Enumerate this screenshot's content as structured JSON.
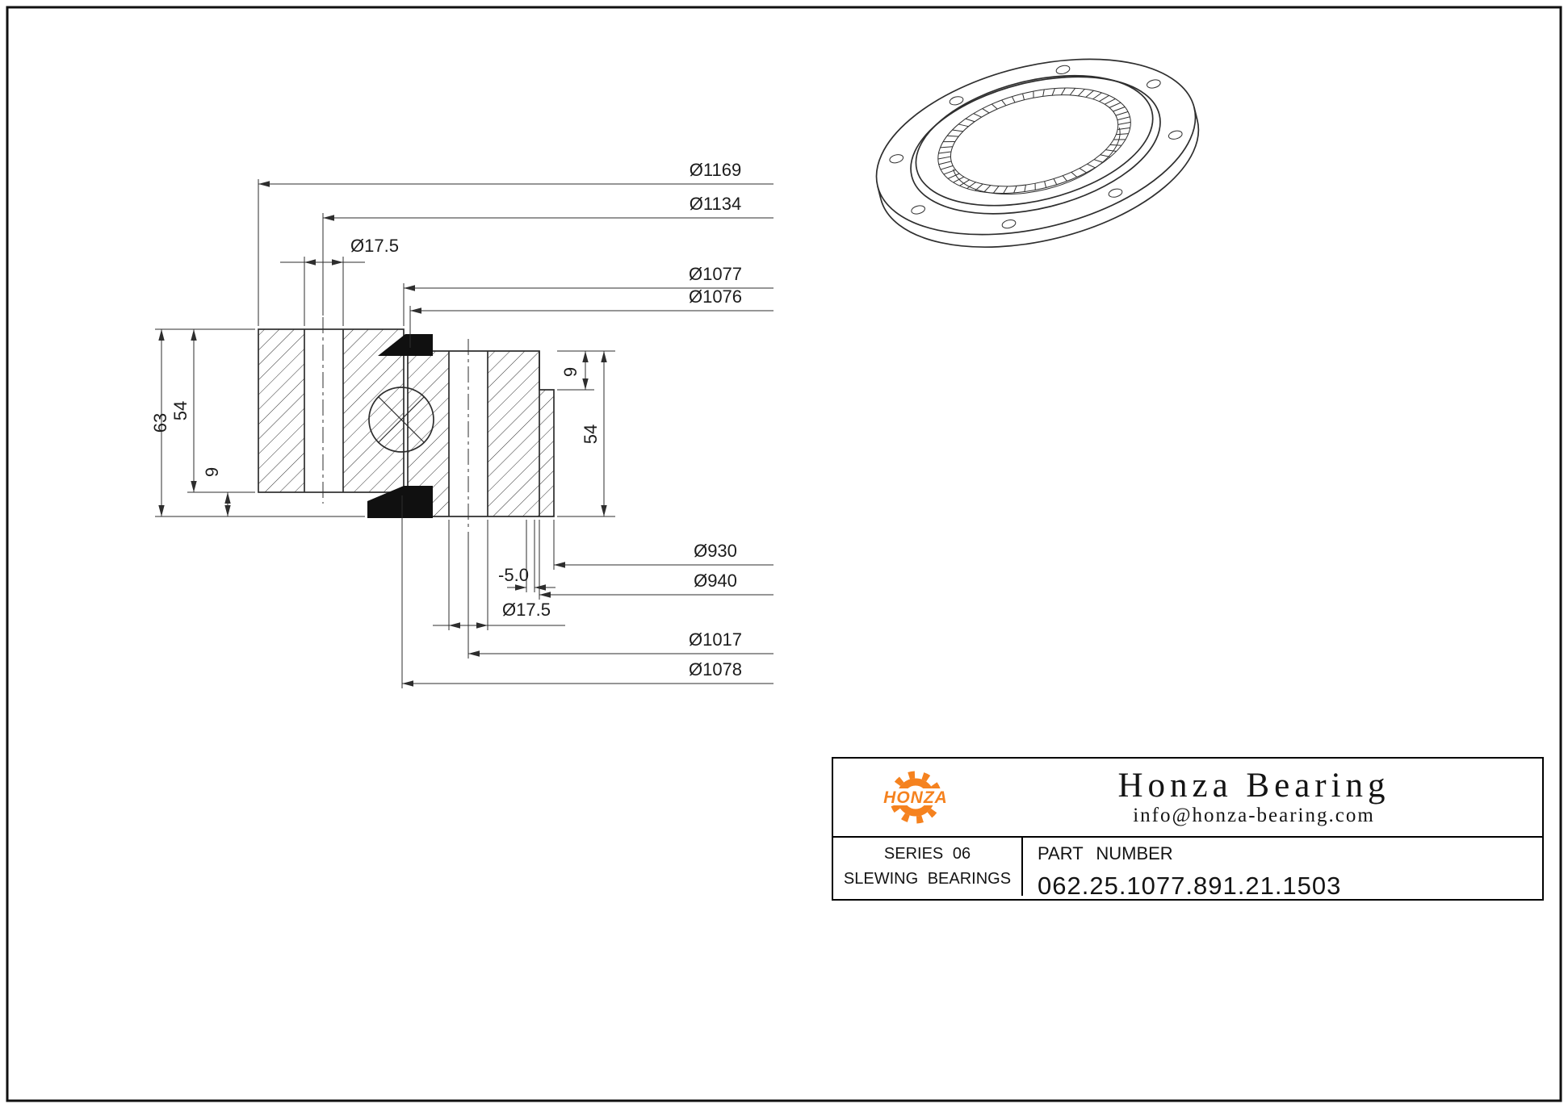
{
  "drawing": {
    "dims": {
      "outer_diameter": "Ø1169",
      "bolt_circle_outer": "Ø1134",
      "bolt_hole_outer": "Ø17.5",
      "raceway_upper": "Ø1077",
      "raceway_lower": "Ø1076",
      "height_upper_step": "9",
      "inner_ring_height": "54",
      "total_height": "63",
      "outer_ring_height": "54",
      "lower_step": "9",
      "gear_tip": "Ø930",
      "gear_root": "Ø940",
      "profile_shift": "-5.0",
      "bolt_hole_inner": "Ø17.5",
      "bolt_circle_inner": "Ø1017",
      "spigot_diameter": "Ø1078"
    }
  },
  "title_block": {
    "logo_text": "HONZA",
    "brand": "Honza Bearing",
    "email": "info@honza-bearing.com",
    "series_line1": "SERIES 06",
    "series_line2": "SLEWING BEARINGS",
    "part_number_label": "PART NUMBER",
    "part_number": "062.25.1077.891.21.1503",
    "accent": "#f5821f"
  }
}
